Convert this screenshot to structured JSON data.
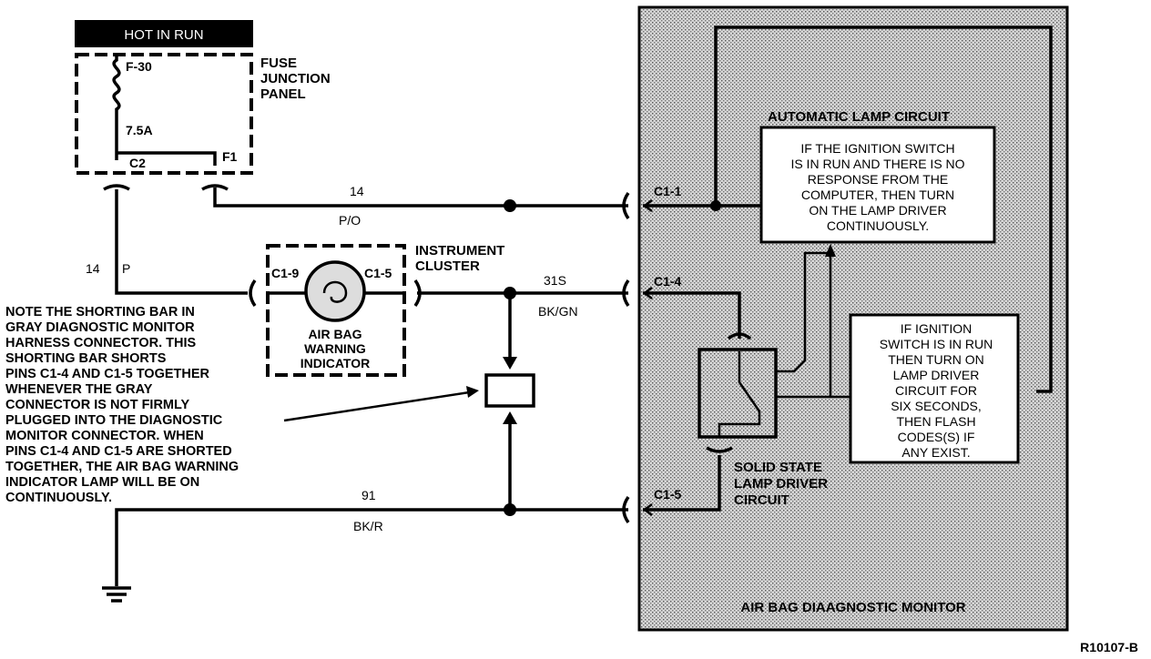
{
  "hot_in_run": "HOT IN RUN",
  "fuse_panel": {
    "label_lines": [
      "FUSE",
      "JUNCTION",
      "PANEL"
    ],
    "fuse": "F-30",
    "rating": "7.5A",
    "connector_left": "C2",
    "connector_right": "F1"
  },
  "wires": {
    "w14_top_gauge": "14",
    "w14_top_color": "P/O",
    "w14_left_gauge": "14",
    "w14_left_color": "P",
    "w31s_gauge": "31S",
    "w31s_color": "BK/GN",
    "w91_gauge": "91",
    "w91_color": "BK/R"
  },
  "instrument_cluster": {
    "label_lines": [
      "INSTRUMENT",
      "CLUSTER"
    ],
    "pin_left": "C1-9",
    "pin_right": "C1-5",
    "indicator_lines": [
      "AIR BAG",
      "WARNING",
      "INDICATOR"
    ]
  },
  "note_lines": [
    "NOTE THE SHORTING BAR IN",
    "GRAY DIAGNOSTIC MONITOR",
    "HARNESS CONNECTOR. THIS",
    "SHORTING BAR SHORTS",
    "PINS C1-4 AND C1-5 TOGETHER",
    "WHENEVER THE GRAY",
    "CONNECTOR IS NOT FIRMLY",
    "PLUGGED INTO THE DIAGNOSTIC",
    "MONITOR CONNECTOR. WHEN",
    "PINS C1-4 AND C1-5 ARE SHORTED",
    "TOGETHER, THE AIR BAG WARNING",
    "INDICATOR LAMP WILL BE ON",
    "CONTINUOUSLY."
  ],
  "monitor": {
    "title": "AIR BAG DIAAGNOSTIC MONITOR",
    "auto_lamp_title": "AUTOMATIC LAMP CIRCUIT",
    "auto_lamp_text": [
      "IF THE IGNITION SWITCH",
      "IS IN RUN AND THERE IS NO",
      "RESPONSE FROM THE",
      "COMPUTER, THEN TURN",
      "ON THE LAMP DRIVER",
      "CONTINUOUSLY."
    ],
    "ignition_text": [
      "IF IGNITION",
      "SWITCH IS IN RUN",
      "THEN TURN ON",
      "LAMP DRIVER",
      "CIRCUIT FOR",
      "SIX SECONDS,",
      "THEN FLASH",
      "CODES(S) IF",
      "ANY EXIST."
    ],
    "driver_label_lines": [
      "SOLID STATE",
      "LAMP DRIVER",
      "CIRCUIT"
    ],
    "pin_c11": "C1-1",
    "pin_c14": "C1-4",
    "pin_c15": "C1-5"
  },
  "figure_id": "R10107-B"
}
